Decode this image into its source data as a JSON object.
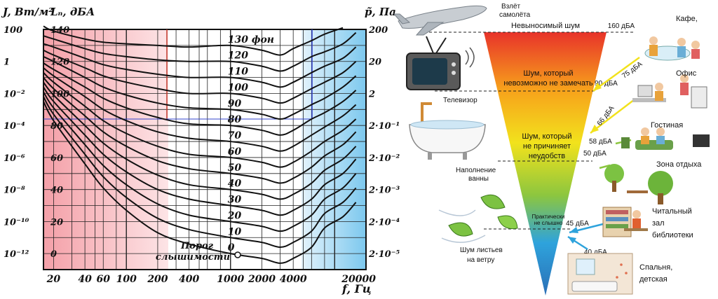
{
  "chart": {
    "left_axis_title": "J, Вт/м²",
    "mid_axis_title": "Lₙ, дБА",
    "right_axis_title": "p̃, Па",
    "x_axis_title": "f, Гц",
    "threshold_label_1": "Порог",
    "threshold_label_2": "слышимости",
    "intensity_ticks": [
      "100",
      "1",
      "10⁻²",
      "10⁻⁴",
      "10⁻⁶",
      "10⁻⁸",
      "10⁻¹⁰",
      "10⁻¹²"
    ],
    "level_ticks": [
      "140",
      "120",
      "100",
      "80",
      "60",
      "40",
      "20",
      "0"
    ],
    "pressure_ticks": [
      "200",
      "20",
      "2",
      "2·10⁻¹",
      "2·10⁻²",
      "2·10⁻³",
      "2·10⁻⁴",
      "2·10⁻⁵"
    ],
    "x_ticks": [
      "20",
      "40",
      "60",
      "100",
      "200",
      "400",
      "1000",
      "2000",
      "4000",
      "20000"
    ],
    "curve_labels": [
      "130 фон",
      "120",
      "110",
      "100",
      "90",
      "80",
      "70",
      "60",
      "50",
      "40",
      "30",
      "20",
      "10",
      "0"
    ]
  },
  "chart_data": {
    "type": "line",
    "x_scale": "log",
    "xlabel": "f, Гц",
    "ylabel": "Lₙ, дБА",
    "xlim": [
      16,
      20000
    ],
    "ylim": [
      -10,
      140
    ],
    "series": [
      {
        "name": "130 фон",
        "x": [
          16,
          20,
          40,
          60,
          100,
          200,
          400,
          1000,
          2000,
          3000,
          4000,
          6000,
          8000,
          12000
        ],
        "y": [
          142,
          139,
          134,
          132,
          131,
          130,
          129,
          130,
          127,
          124,
          128,
          133,
          137,
          141
        ]
      },
      {
        "name": "120",
        "x": [
          16,
          20,
          40,
          60,
          100,
          200,
          400,
          1000,
          2000,
          3000,
          4000,
          6000,
          8000,
          12000,
          16000
        ],
        "y": [
          136,
          134,
          128,
          125,
          123,
          121,
          120,
          120,
          117,
          114,
          117,
          123,
          126,
          131,
          138
        ]
      },
      {
        "name": "110",
        "x": [
          16,
          20,
          40,
          60,
          100,
          200,
          400,
          1000,
          2000,
          3000,
          4000,
          6000,
          8000,
          12000,
          16000
        ],
        "y": [
          131,
          129,
          122,
          118,
          115,
          112,
          110,
          110,
          107,
          104,
          107,
          113,
          117,
          122,
          129
        ]
      },
      {
        "name": "100",
        "x": [
          16,
          20,
          40,
          60,
          100,
          200,
          400,
          1000,
          2000,
          3000,
          4000,
          6000,
          8000,
          12000,
          16000
        ],
        "y": [
          127,
          124,
          116,
          111,
          107,
          103,
          100,
          100,
          97,
          94,
          97,
          103,
          107,
          113,
          120
        ]
      },
      {
        "name": "90",
        "x": [
          16,
          20,
          40,
          60,
          100,
          200,
          400,
          1000,
          2000,
          3000,
          4000,
          6000,
          8000,
          12000,
          16000
        ],
        "y": [
          123,
          120,
          110,
          104,
          99,
          94,
          91,
          90,
          87,
          84,
          87,
          93,
          97,
          104,
          111
        ]
      },
      {
        "name": "80",
        "x": [
          16,
          20,
          40,
          60,
          100,
          200,
          400,
          1000,
          2000,
          3000,
          4000,
          6000,
          8000,
          12000,
          16000
        ],
        "y": [
          119,
          115,
          104,
          97,
          91,
          85,
          81,
          80,
          77,
          74,
          77,
          84,
          88,
          95,
          102
        ]
      },
      {
        "name": "70",
        "x": [
          16,
          20,
          40,
          60,
          100,
          200,
          400,
          1000,
          2000,
          3000,
          4000,
          6000,
          8000,
          12000,
          16000
        ],
        "y": [
          116,
          111,
          98,
          90,
          83,
          76,
          72,
          70,
          67,
          64,
          67,
          74,
          79,
          86,
          93
        ]
      },
      {
        "name": "60",
        "x": [
          16,
          20,
          40,
          60,
          100,
          200,
          400,
          1000,
          2000,
          3000,
          4000,
          6000,
          8000,
          12000,
          16000
        ],
        "y": [
          113,
          107,
          92,
          83,
          75,
          67,
          62,
          60,
          57,
          54,
          57,
          64,
          70,
          77,
          84
        ]
      },
      {
        "name": "50",
        "x": [
          16,
          20,
          40,
          60,
          100,
          200,
          400,
          1000,
          2000,
          3000,
          4000,
          6000,
          8000,
          12000,
          16000
        ],
        "y": [
          110,
          103,
          86,
          76,
          67,
          58,
          53,
          50,
          47,
          44,
          47,
          54,
          61,
          68,
          76
        ]
      },
      {
        "name": "40",
        "x": [
          16,
          20,
          40,
          60,
          100,
          200,
          400,
          1000,
          2000,
          3000,
          4000,
          6000,
          8000,
          12000,
          16000
        ],
        "y": [
          107,
          99,
          80,
          69,
          59,
          49,
          43,
          40,
          37,
          34,
          37,
          44,
          52,
          59,
          67
        ]
      },
      {
        "name": "30",
        "x": [
          16,
          20,
          40,
          60,
          100,
          200,
          400,
          1000,
          2000,
          3000,
          4000,
          6000,
          8000,
          12000,
          16000
        ],
        "y": [
          104,
          95,
          74,
          62,
          51,
          40,
          34,
          30,
          27,
          24,
          27,
          34,
          43,
          50,
          59
        ]
      },
      {
        "name": "20",
        "x": [
          16,
          20,
          40,
          60,
          100,
          200,
          400,
          1000,
          2000,
          3000,
          4000,
          6000,
          8000,
          12000,
          16000
        ],
        "y": [
          101,
          91,
          68,
          55,
          43,
          31,
          24,
          20,
          17,
          14,
          17,
          24,
          34,
          41,
          50
        ]
      },
      {
        "name": "10",
        "x": [
          16,
          20,
          40,
          60,
          100,
          200,
          400,
          1000,
          2000,
          3000,
          4000,
          6000,
          8000,
          12000,
          16000
        ],
        "y": [
          98,
          87,
          62,
          48,
          35,
          22,
          15,
          10,
          7,
          4,
          7,
          14,
          25,
          32,
          41
        ]
      },
      {
        "name": "0",
        "x": [
          16,
          20,
          40,
          60,
          100,
          200,
          400,
          1000,
          2000,
          3000,
          4000,
          6000,
          8000,
          12000,
          16000
        ],
        "y": [
          95,
          83,
          56,
          41,
          27,
          13,
          6,
          0,
          -3,
          -6,
          -3,
          4,
          16,
          23,
          32
        ]
      }
    ]
  },
  "infographic": {
    "triangle_colors": [
      "#e8332a",
      "#f7a21b",
      "#f2e21c",
      "#8cc63f",
      "#2ea3dc",
      "#2b6fb6"
    ],
    "top_title": "Невыносимый шум",
    "zone_1": [
      "Шум, который",
      "невозможно не замечать"
    ],
    "zone_2": [
      "Шум, который",
      "не причиняет",
      "неудобств"
    ],
    "zone_3": [
      "Практически",
      "не слышно"
    ],
    "levels": {
      "l160": "160 дБА",
      "l90": "90 дБА",
      "l75": "75 дБА",
      "l66": "66 дБА",
      "l58": "58 дБА",
      "l50": "50 дБА",
      "l45": "45 дБА",
      "l40": "40 дБА"
    },
    "left_items": {
      "plane": [
        "Взлёт",
        "самолёта"
      ],
      "tv": "Телевизор",
      "bath": [
        "Наполнение",
        "ванны"
      ],
      "leaves": [
        "Шум листьев",
        "на ветру"
      ]
    },
    "right_items": {
      "cafe": "Кафе,",
      "office": "Офис",
      "living": "Гостиная",
      "rest": "Зона отдыха",
      "library": [
        "Читальный",
        "зал",
        "библиотеки"
      ],
      "bedroom": [
        "Спальня,",
        "детская"
      ]
    }
  }
}
